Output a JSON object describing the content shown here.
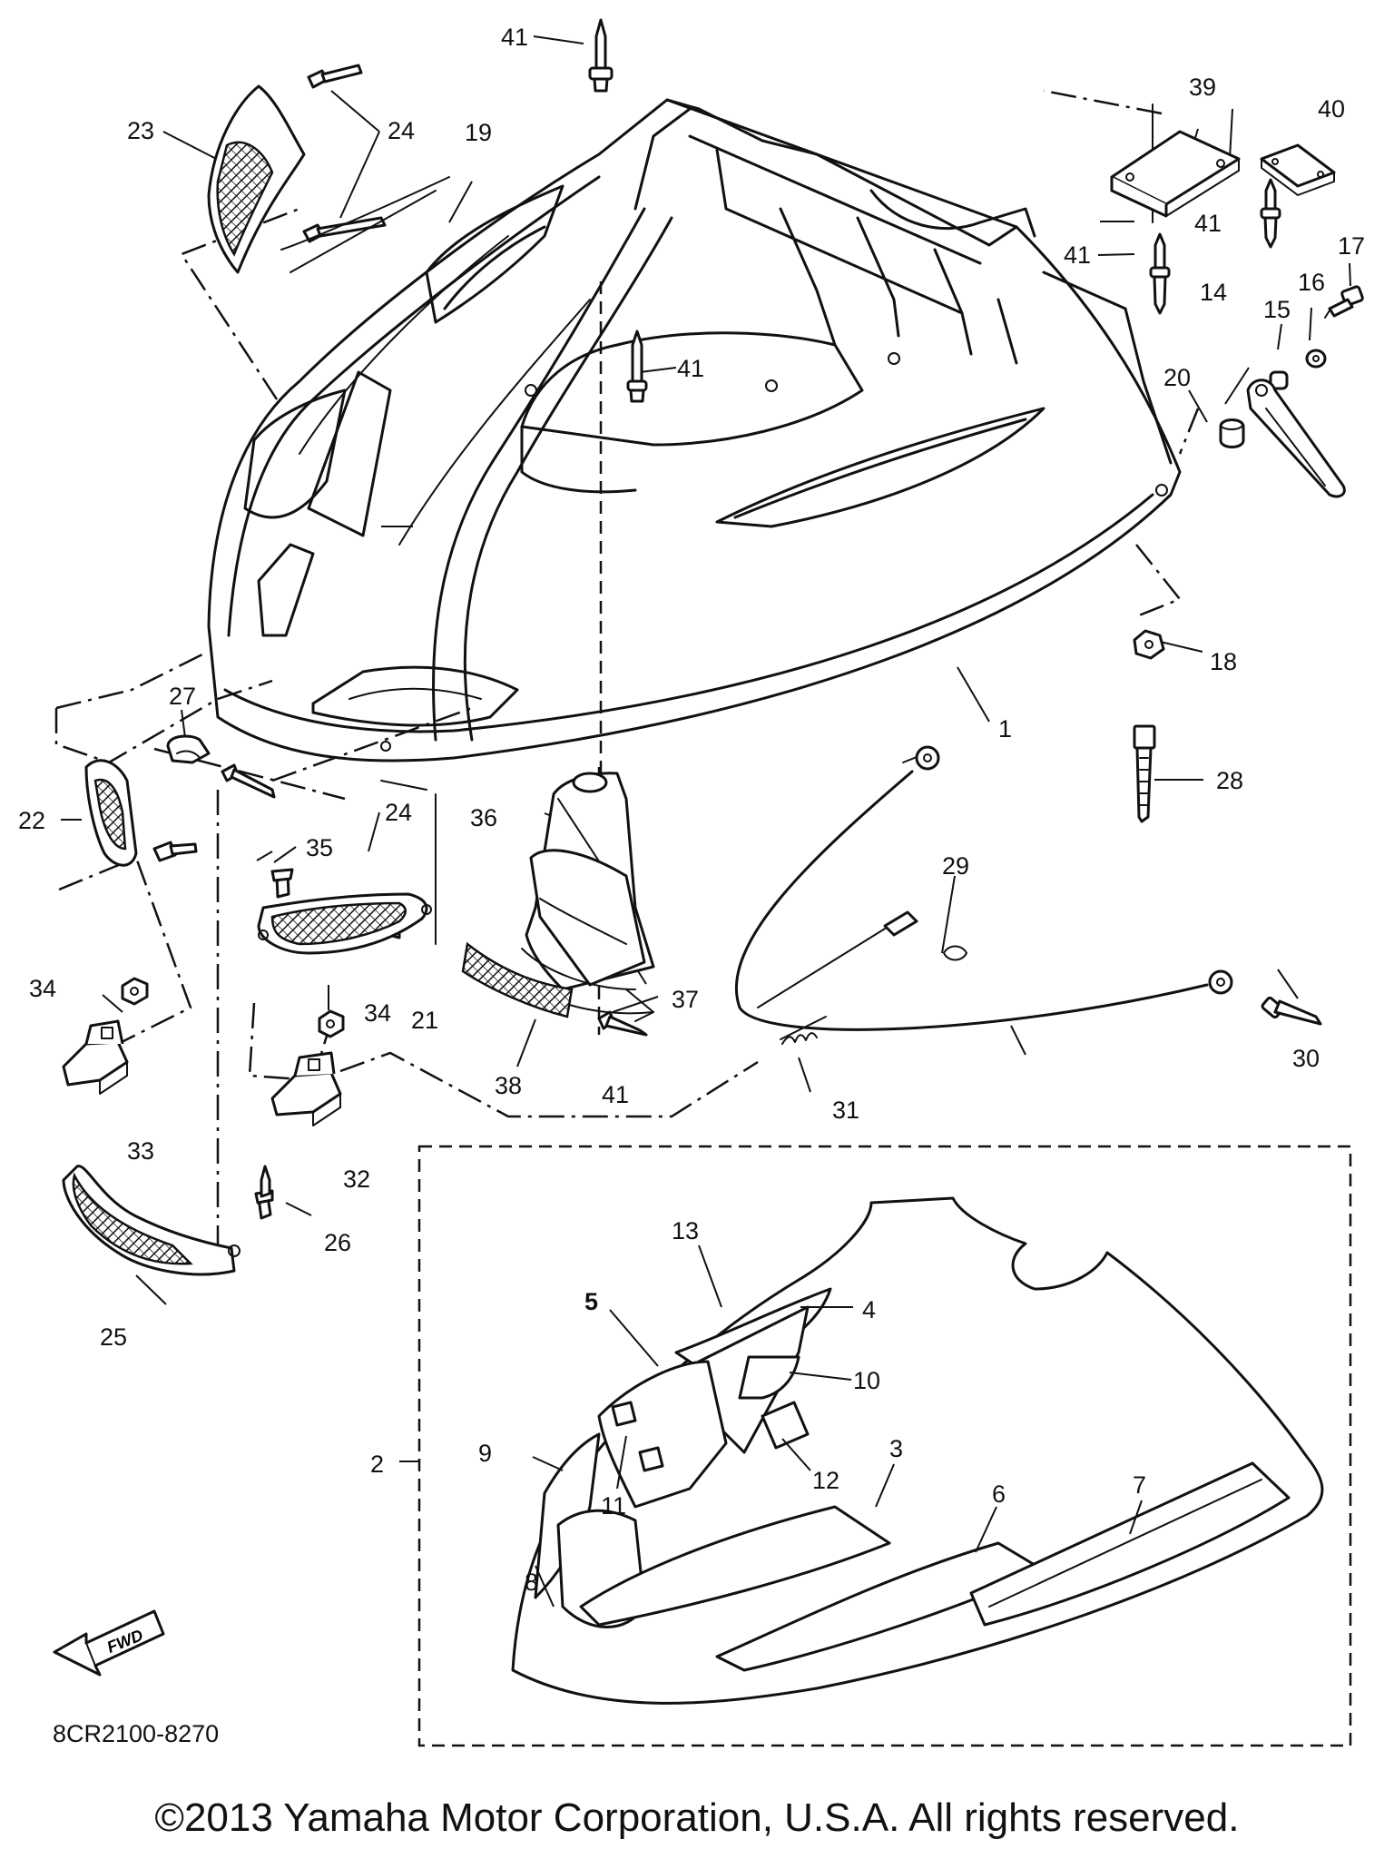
{
  "callouts": [
    {
      "label": "1"
    },
    {
      "label": "2"
    },
    {
      "label": "3"
    },
    {
      "label": "4"
    },
    {
      "label": "5"
    },
    {
      "label": "6"
    },
    {
      "label": "7"
    },
    {
      "label": "8"
    },
    {
      "label": "9"
    },
    {
      "label": "10"
    },
    {
      "label": "11"
    },
    {
      "label": "12"
    },
    {
      "label": "13"
    },
    {
      "label": "14"
    },
    {
      "label": "15"
    },
    {
      "label": "16"
    },
    {
      "label": "17"
    },
    {
      "label": "18"
    },
    {
      "label": "19"
    },
    {
      "label": "20"
    },
    {
      "label": "21"
    },
    {
      "label": "22"
    },
    {
      "label": "23"
    },
    {
      "label": "24"
    },
    {
      "label": "24"
    },
    {
      "label": "25"
    },
    {
      "label": "26"
    },
    {
      "label": "27"
    },
    {
      "label": "28"
    },
    {
      "label": "29"
    },
    {
      "label": "30"
    },
    {
      "label": "31"
    },
    {
      "label": "32"
    },
    {
      "label": "33"
    },
    {
      "label": "34"
    },
    {
      "label": "34"
    },
    {
      "label": "35"
    },
    {
      "label": "36"
    },
    {
      "label": "37"
    },
    {
      "label": "38"
    },
    {
      "label": "39"
    },
    {
      "label": "40"
    },
    {
      "label": "41"
    },
    {
      "label": "41"
    },
    {
      "label": "41"
    },
    {
      "label": "41"
    },
    {
      "label": "41"
    }
  ],
  "direction_arrow": {
    "text": "FWD",
    "icon": "fwd-arrow-icon"
  },
  "part_code": "8CR2100-8270",
  "copyright": "©2013 Yamaha Motor Corporation, U.S.A. All rights reserved."
}
